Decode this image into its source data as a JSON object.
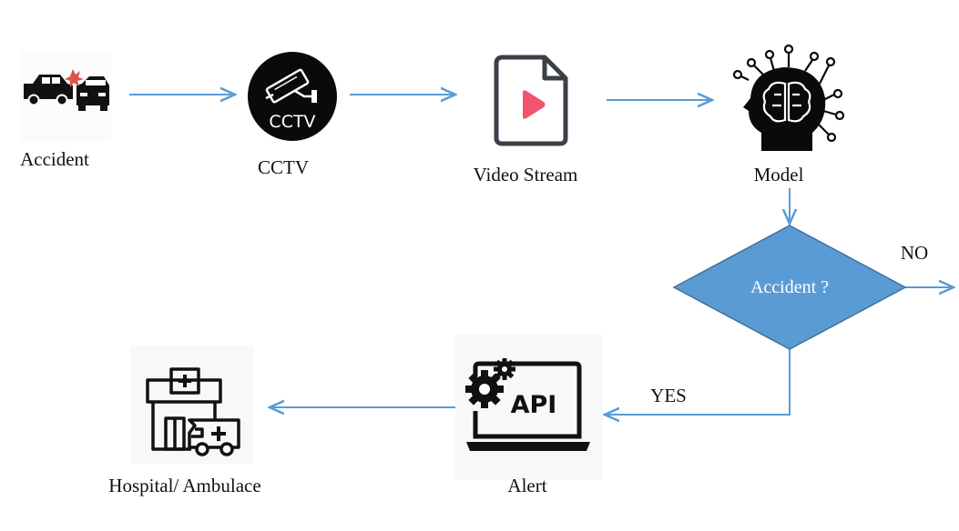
{
  "nodes": {
    "accident": {
      "label": "Accident"
    },
    "cctv": {
      "label": "CCTV",
      "icon_text": "CCTV"
    },
    "video_stream": {
      "label": "Video Stream"
    },
    "model": {
      "label": "Model"
    },
    "decision": {
      "label": "Accident ?"
    },
    "alert": {
      "label": "Alert",
      "icon_text": "API"
    },
    "hospital": {
      "label": "Hospital/ Ambulace"
    }
  },
  "edges": {
    "no_label": "NO",
    "yes_label": "YES"
  },
  "colors": {
    "arrow": "#5b9bd5",
    "diamond_fill": "#5b9bd5",
    "diamond_stroke": "#41719c",
    "play": "#f2546f",
    "icon": "#111111"
  }
}
